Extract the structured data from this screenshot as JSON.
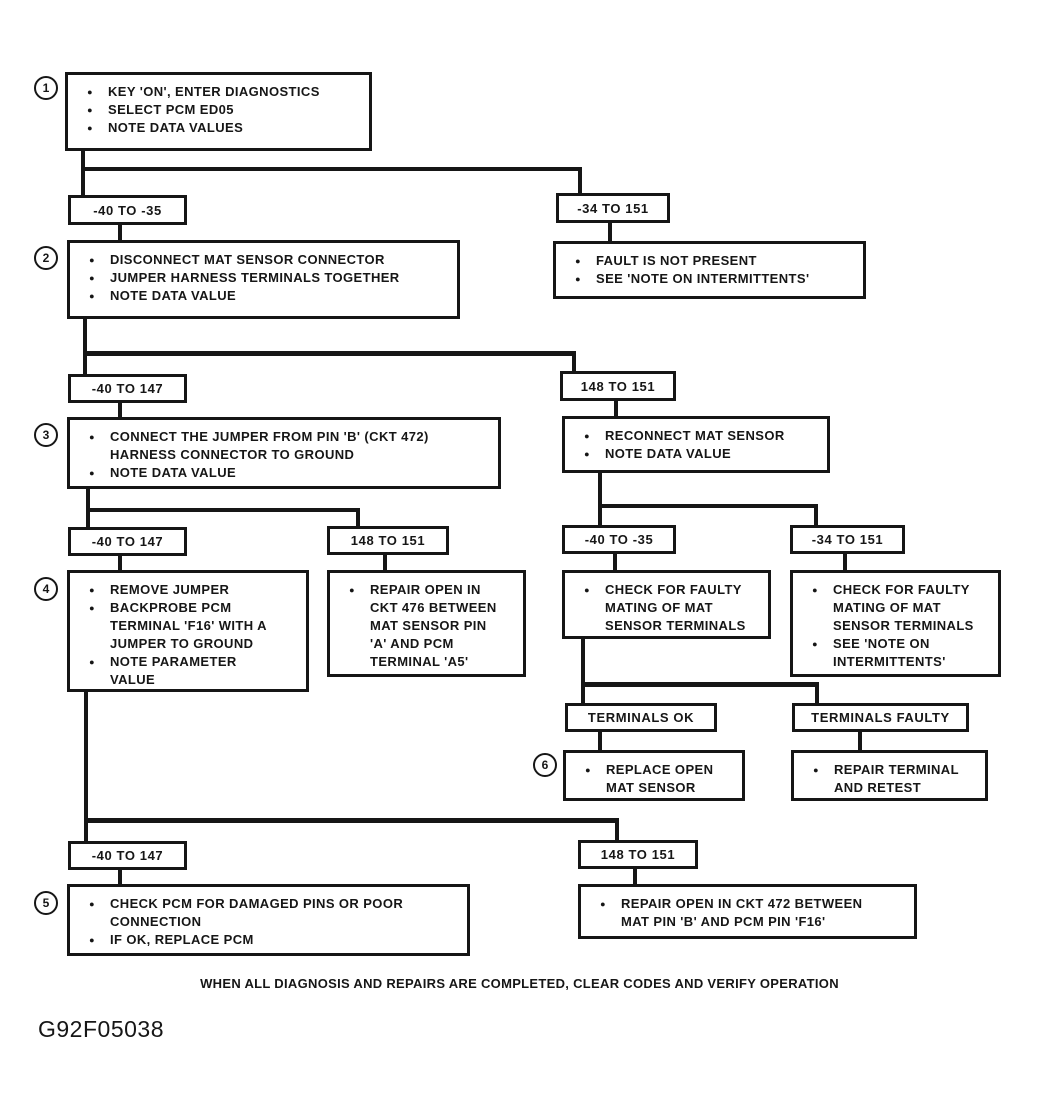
{
  "diagram": {
    "figure_id": "G92F05038",
    "footer": "WHEN ALL DIAGNOSIS AND REPAIRS ARE COMPLETED, CLEAR CODES AND VERIFY OPERATION",
    "bullet_glyph": "●",
    "colors": {
      "ink": "#161616",
      "paper": "#ffffff"
    },
    "steps": {
      "s1": {
        "num": "1",
        "bullets": [
          "KEY 'ON', ENTER DIAGNOSTICS",
          "SELECT PCM ED05",
          "NOTE DATA VALUES"
        ]
      },
      "s2": {
        "num": "2",
        "bullets": [
          "DISCONNECT MAT SENSOR CONNECTOR",
          "JUMPER HARNESS TERMINALS TOGETHER",
          "NOTE DATA VALUE"
        ]
      },
      "s3": {
        "num": "3",
        "bullets": [
          "CONNECT THE JUMPER FROM PIN 'B' (CKT 472) HARNESS CONNECTOR TO GROUND",
          "NOTE DATA VALUE"
        ]
      },
      "s4": {
        "num": "4",
        "bullets": [
          "REMOVE JUMPER",
          "BACKPROBE PCM TERMINAL 'F16' WITH A JUMPER TO GROUND",
          "NOTE PARAMETER VALUE"
        ]
      },
      "s5": {
        "num": "5",
        "bullets": [
          "CHECK PCM FOR DAMAGED PINS OR POOR CONNECTION",
          "IF OK, REPLACE PCM"
        ]
      },
      "s6": {
        "num": "6",
        "bullets": [
          "REPLACE OPEN MAT SENSOR"
        ]
      }
    },
    "actions": {
      "fault_not_present": {
        "bullets": [
          "FAULT IS NOT PRESENT",
          "SEE 'NOTE ON INTERMITTENTS'"
        ]
      },
      "reconnect_sensor": {
        "bullets": [
          "RECONNECT MAT SENSOR",
          "NOTE DATA VALUE"
        ]
      },
      "repair_ckt476": {
        "bullets": [
          "REPAIR OPEN IN CKT 476 BETWEEN MAT SENSOR PIN 'A' AND PCM TERMINAL 'A5'"
        ]
      },
      "check_mating_left": {
        "bullets": [
          "CHECK FOR FAULTY MATING OF MAT SENSOR TERMINALS"
        ]
      },
      "check_mating_right": {
        "bullets": [
          "CHECK FOR FAULTY MATING OF MAT SENSOR TERMINALS",
          "SEE 'NOTE ON INTERMITTENTS'"
        ]
      },
      "repair_terminal": {
        "bullets": [
          "REPAIR TERMINAL AND RETEST"
        ]
      },
      "repair_ckt472": {
        "bullets": [
          "REPAIR OPEN IN CKT 472 BETWEEN MAT PIN 'B' AND PCM PIN 'F16'"
        ]
      }
    },
    "decisions": {
      "level1_left": "-40 TO -35",
      "level1_right": "-34 TO 151",
      "level2_left": "-40 TO 147",
      "level2_right": "148 TO 151",
      "level3_left": "-40 TO 147",
      "level3_right": "148 TO 151",
      "level3r_left": "-40 TO -35",
      "level3r_right": "-34 TO 151",
      "terminals_ok": "TERMINALS OK",
      "terminals_faulty": "TERMINALS FAULTY",
      "level4_left": "-40 TO 147",
      "level4_right": "148 TO 151"
    }
  }
}
